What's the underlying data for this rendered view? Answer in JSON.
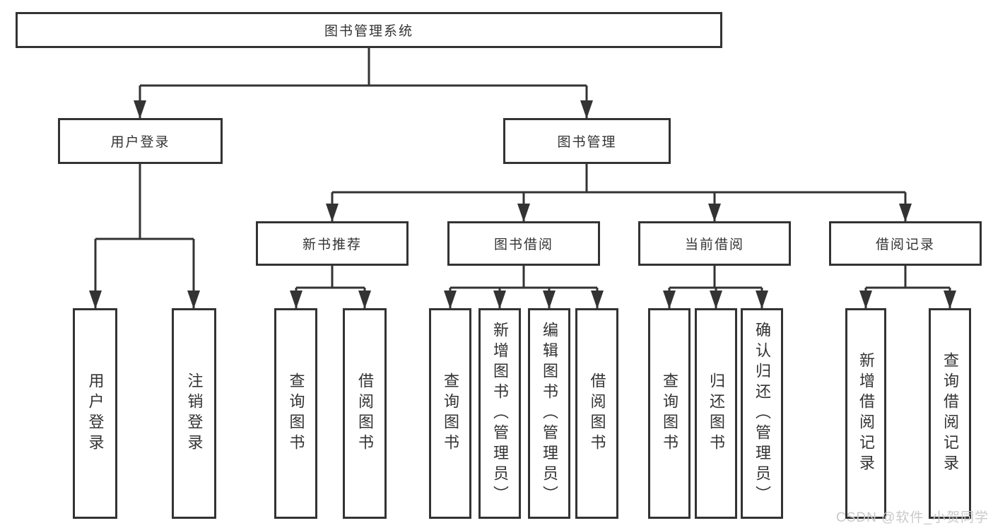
{
  "diagram": {
    "title": "图书管理系统",
    "colors": {
      "line": "#333333",
      "text": "#333333",
      "box_background": "#ffffff",
      "watermark": "#c9c9c9"
    },
    "root": {
      "label": "图书管理系统"
    },
    "level2": [
      {
        "label": "用户登录"
      },
      {
        "label": "图书管理"
      }
    ],
    "level3": [
      {
        "label": "新书推荐"
      },
      {
        "label": "图书借阅"
      },
      {
        "label": "当前借阅"
      },
      {
        "label": "借阅记录"
      }
    ],
    "leaves": [
      {
        "label": "用户登录"
      },
      {
        "label": "注销登录"
      },
      {
        "label": "查询图书"
      },
      {
        "label": "借阅图书"
      },
      {
        "label": "查询图书"
      },
      {
        "label": "新增图书（管理员）"
      },
      {
        "label": "编辑图书（管理员）"
      },
      {
        "label": "借阅图书"
      },
      {
        "label": "查询图书"
      },
      {
        "label": "归还图书"
      },
      {
        "label": "确认归还（管理员）"
      },
      {
        "label": "新增借阅记录"
      },
      {
        "label": "查询借阅记录"
      }
    ],
    "watermark": "CSDN @软件_小贺同学"
  }
}
